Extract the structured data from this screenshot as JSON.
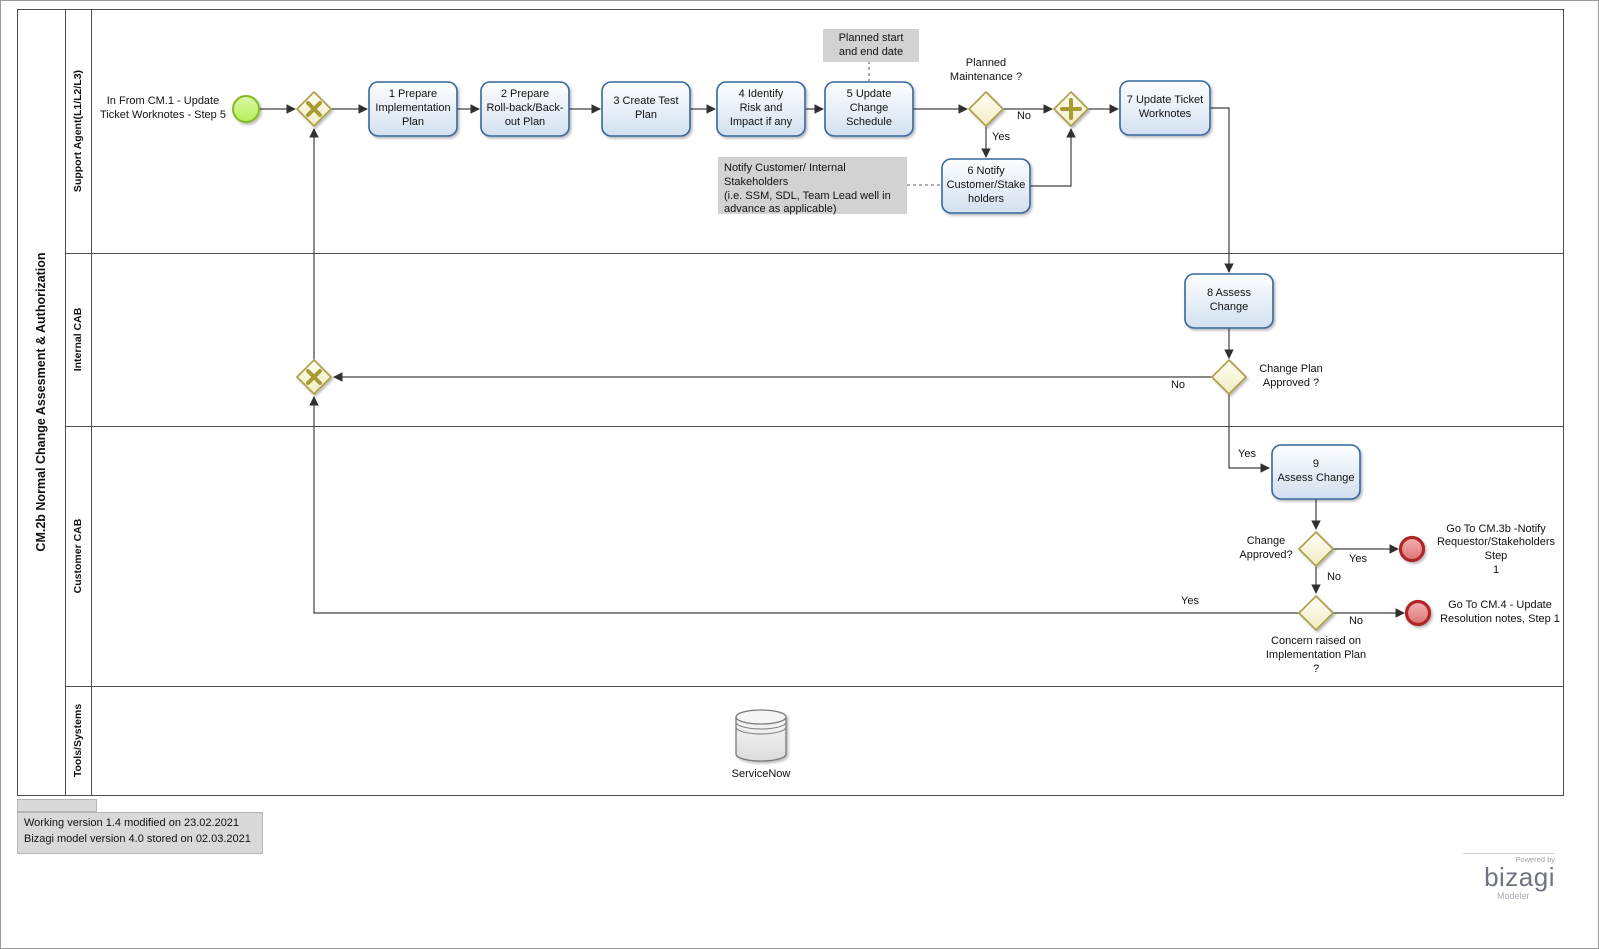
{
  "pool": {
    "title": "CM.2b Normal Change Assesment & Authorization",
    "lanes": [
      "Support Agent(L1/L2/L3)",
      "Internal CAB",
      "Customer CAB",
      "Tools/Systems"
    ]
  },
  "start_event": {
    "label": "In From CM.1 - Update\nTicket Worknotes - Step 5"
  },
  "tasks": {
    "t1": "1 Prepare\nImplementation\nPlan",
    "t2": "2 Prepare\nRoll-back/Back-\nout Plan",
    "t3": "3 Create Test\nPlan",
    "t4": "4 Identify\nRisk and\nImpact if any",
    "t5": "5 Update\nChange\nSchedule",
    "t6": "6 Notify\nCustomer/Stake\nholders",
    "t7": "7 Update Ticket\nWorknotes",
    "t8": "8 Assess\nChange",
    "t9": "9\nAssess Change"
  },
  "gateways": {
    "planned_maintenance": "Planned\nMaintenance ?",
    "change_plan_approved": "Change Plan\nApproved ?",
    "change_approved": "Change\nApproved?",
    "concern_raised": "Concern raised on\nImplementation Plan\n?"
  },
  "edge_labels": {
    "maintenance_no": "No",
    "maintenance_yes": "Yes",
    "plan_approved_no": "No",
    "plan_approved_yes": "Yes",
    "change_approved_yes": "Yes",
    "change_approved_no": "No",
    "concern_no": "No",
    "concern_yes": "Yes"
  },
  "annotations": {
    "planned_dates": "Planned start\nand end date",
    "notify_stakeholders": "Notify Customer/ Internal Stakeholders\n(i.e. SSM, SDL, Team Lead well in\nadvance as applicable)"
  },
  "end_events": {
    "cm3b": "Go To CM.3b -Notify\nRequestor/Stakeholders Step\n1",
    "cm4": "Go To CM.4 - Update\nResolution notes, Step 1"
  },
  "datastore": {
    "label": "ServiceNow"
  },
  "footer": {
    "version_note": "Working version 1.4 modified on 23.02.2021\nBizagi model version 4.0 stored on 02.03.2021",
    "powered_by": "Powered by",
    "logo_text": "bizagi",
    "logo_subtext": "Modeler"
  },
  "colors": {
    "task_border": "#35689e",
    "task_fill_bottom": "#d3e0f0",
    "gateway_border": "#ac9f46",
    "gateway_fill_bottom": "#f1ebc2",
    "gateway_symbol": "#a79b31",
    "start_border": "#86b927",
    "start_fill": "#c9f464",
    "end_border": "#b02727",
    "end_fill": "#dd7373",
    "annotation_bg": "#d2d2d2",
    "flow_line": "#404040"
  }
}
